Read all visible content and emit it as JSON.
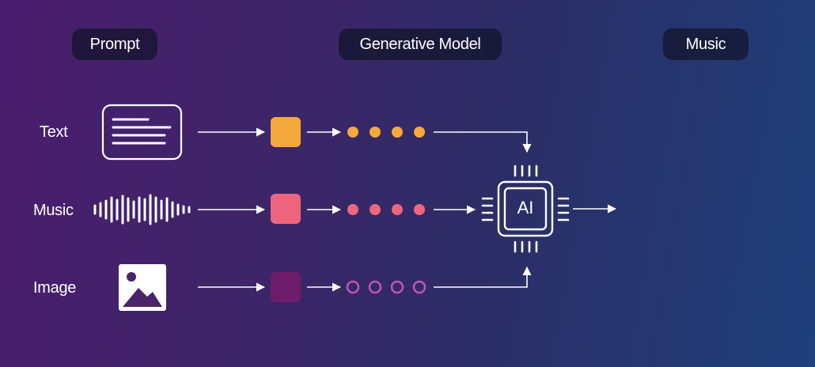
{
  "headers": {
    "prompt": "Prompt",
    "model": "Generative Model",
    "music": "Music"
  },
  "rows": [
    {
      "label": "Text",
      "input_icon": "document-text-icon",
      "color": "#f5a83b"
    },
    {
      "label": "Music",
      "input_icon": "audio-waveform-icon",
      "color": "#f0657e"
    },
    {
      "label": "Image",
      "input_icon": "image-landscape-icon",
      "color": "#6e1d6a"
    }
  ],
  "model": {
    "label": "AI",
    "icon": "ai-chip-icon"
  },
  "output": {
    "icon": "music-waveform-icon",
    "colors": [
      "#f06a86",
      "#f59a4a"
    ]
  },
  "colors": {
    "background_left": "#4a1d6e",
    "background_right": "#1e3f7a",
    "line": "#ffffff"
  }
}
